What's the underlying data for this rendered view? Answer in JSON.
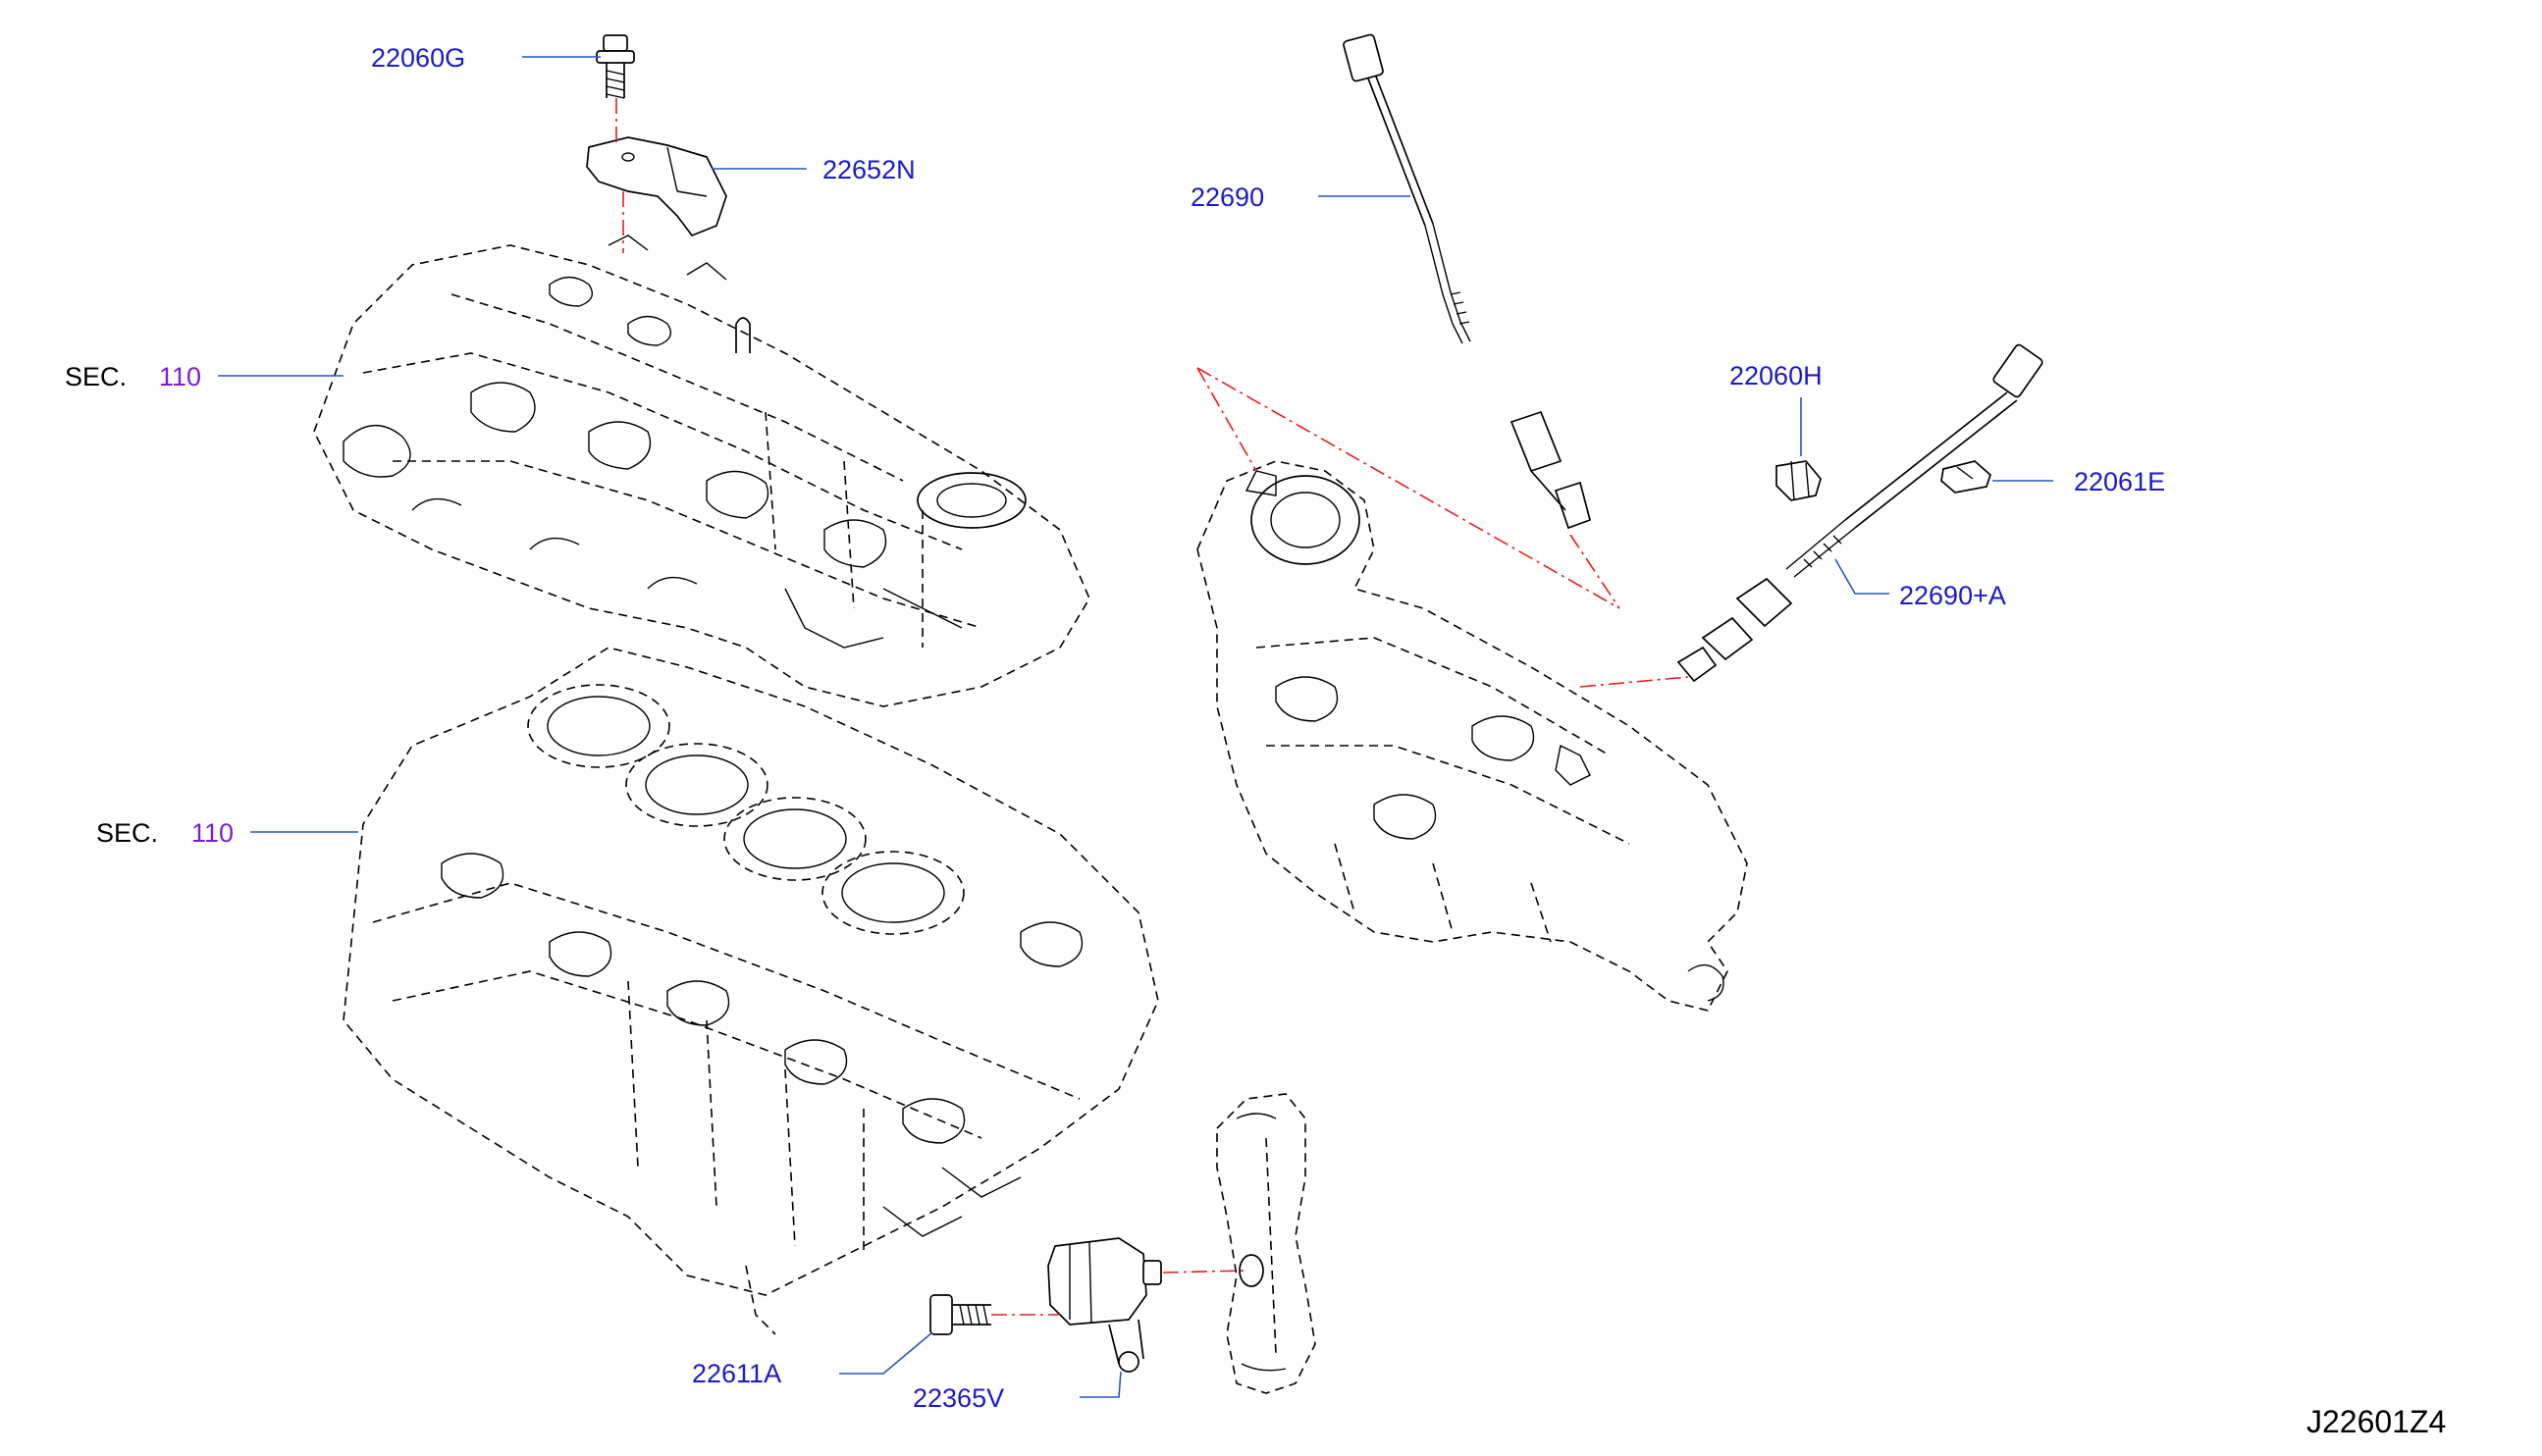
{
  "parts": {
    "bolt_top": "22060G",
    "bracket": "22652N",
    "sensor_upper": "22690",
    "clip": "22060H",
    "clip_small": "22061E",
    "sensor_lower": "22690+A",
    "bolt_bottom": "22611A",
    "cam_sensor": "22365V"
  },
  "sections": {
    "head_prefix": "SEC.",
    "head_number": "110",
    "block_prefix": "SEC.",
    "block_number": "110"
  },
  "diagram_code": "J22601Z4"
}
